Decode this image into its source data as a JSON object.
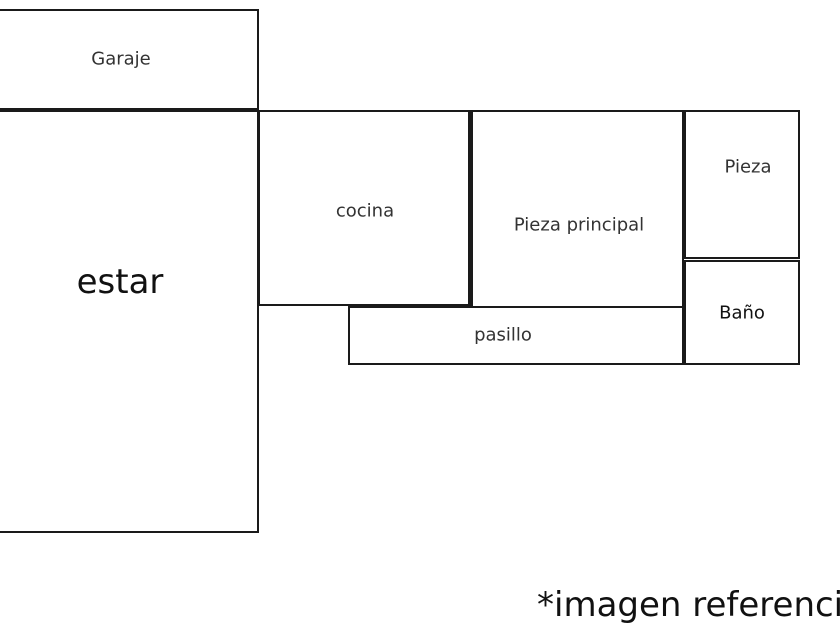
{
  "rooms": {
    "garaje": "Garaje",
    "estar": "estar",
    "cocina": "cocina",
    "pieza_principal": "Pieza principal",
    "pieza": "Pieza",
    "bano": "Baño",
    "pasillo": "pasillo"
  },
  "note": "*imagen referencial"
}
